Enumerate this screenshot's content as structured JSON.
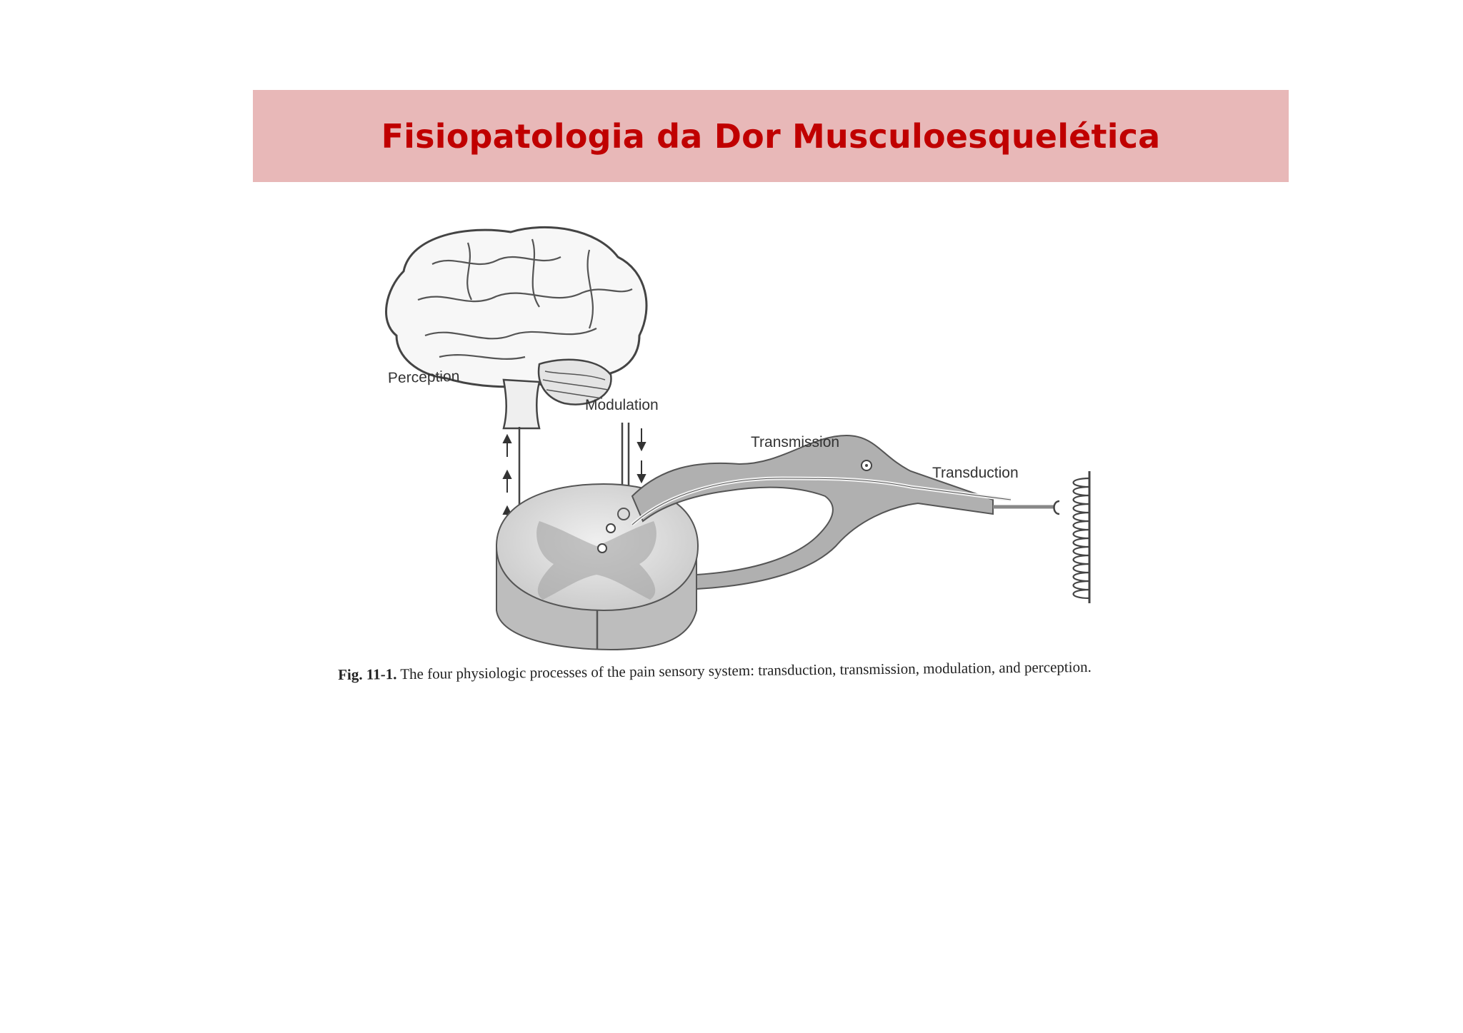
{
  "slide": {
    "title": "Fisiopatologia da Dor Musculoesquelética"
  },
  "figure": {
    "labels": {
      "perception": "Perception",
      "modulation": "Modulation",
      "transmission": "Transmission",
      "transduction": "Transduction"
    },
    "caption": {
      "number": "Fig. 11-1.",
      "text": "The four physiologic processes of the pain sensory system: transduction, transmission, modulation, and perception."
    }
  },
  "colors": {
    "banner_bg": "#e8b8b8",
    "title_text": "#c00000"
  }
}
